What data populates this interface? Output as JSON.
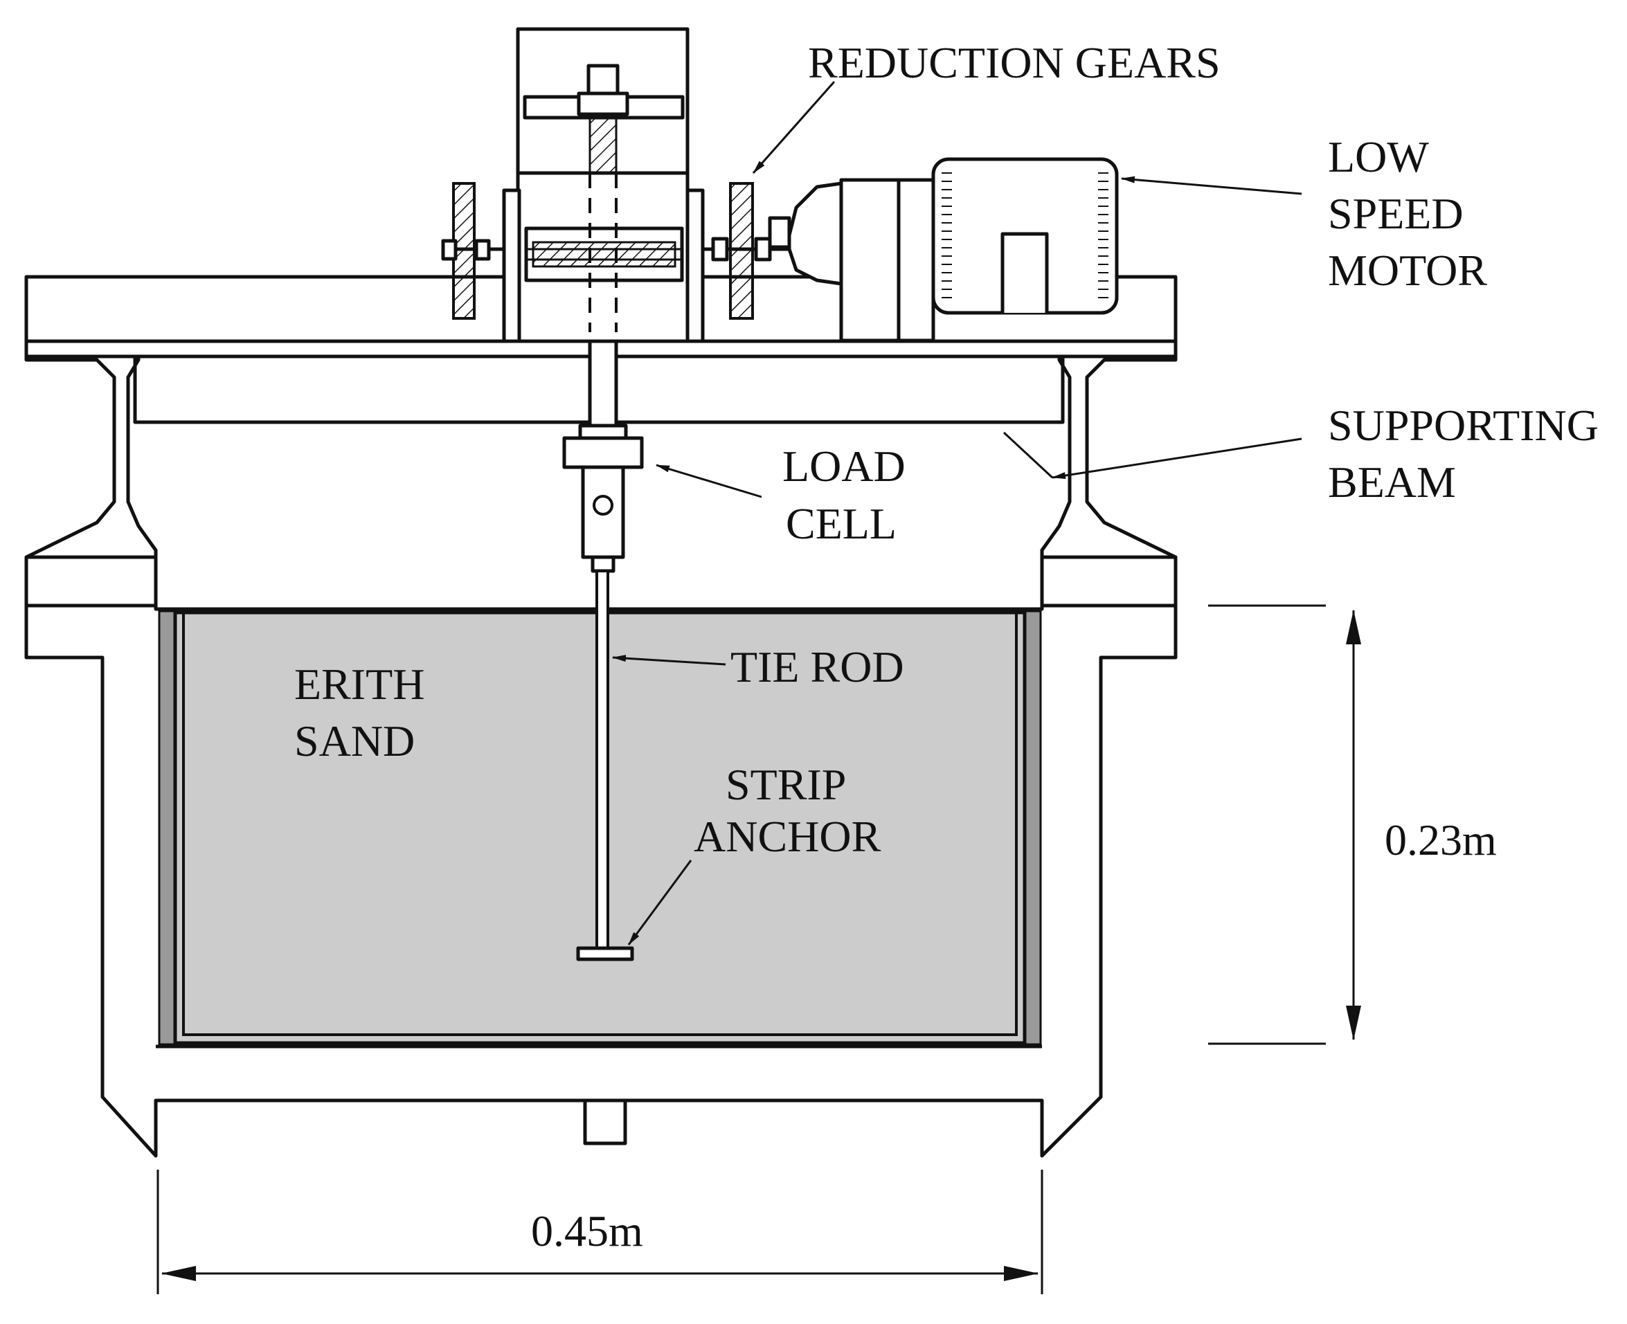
{
  "labels": {
    "reduction_gears": "REDUCTION GEARS",
    "low_speed_motor": [
      "LOW",
      "SPEED",
      "MOTOR"
    ],
    "supporting_beam": [
      "SUPPORTING",
      "BEAM"
    ],
    "load_cell": [
      "LOAD",
      "CELL"
    ],
    "tie_rod": "TIE ROD",
    "erith_sand": [
      "ERITH",
      "SAND"
    ],
    "strip_anchor": [
      "STRIP",
      "ANCHOR"
    ]
  },
  "dimensions": {
    "height": "0.23m",
    "width": "0.45m"
  },
  "colors": {
    "ink": "#111111",
    "sand_fill": "#cccccc",
    "wall_shade": "#9a9a9a",
    "paper": "#ffffff"
  }
}
